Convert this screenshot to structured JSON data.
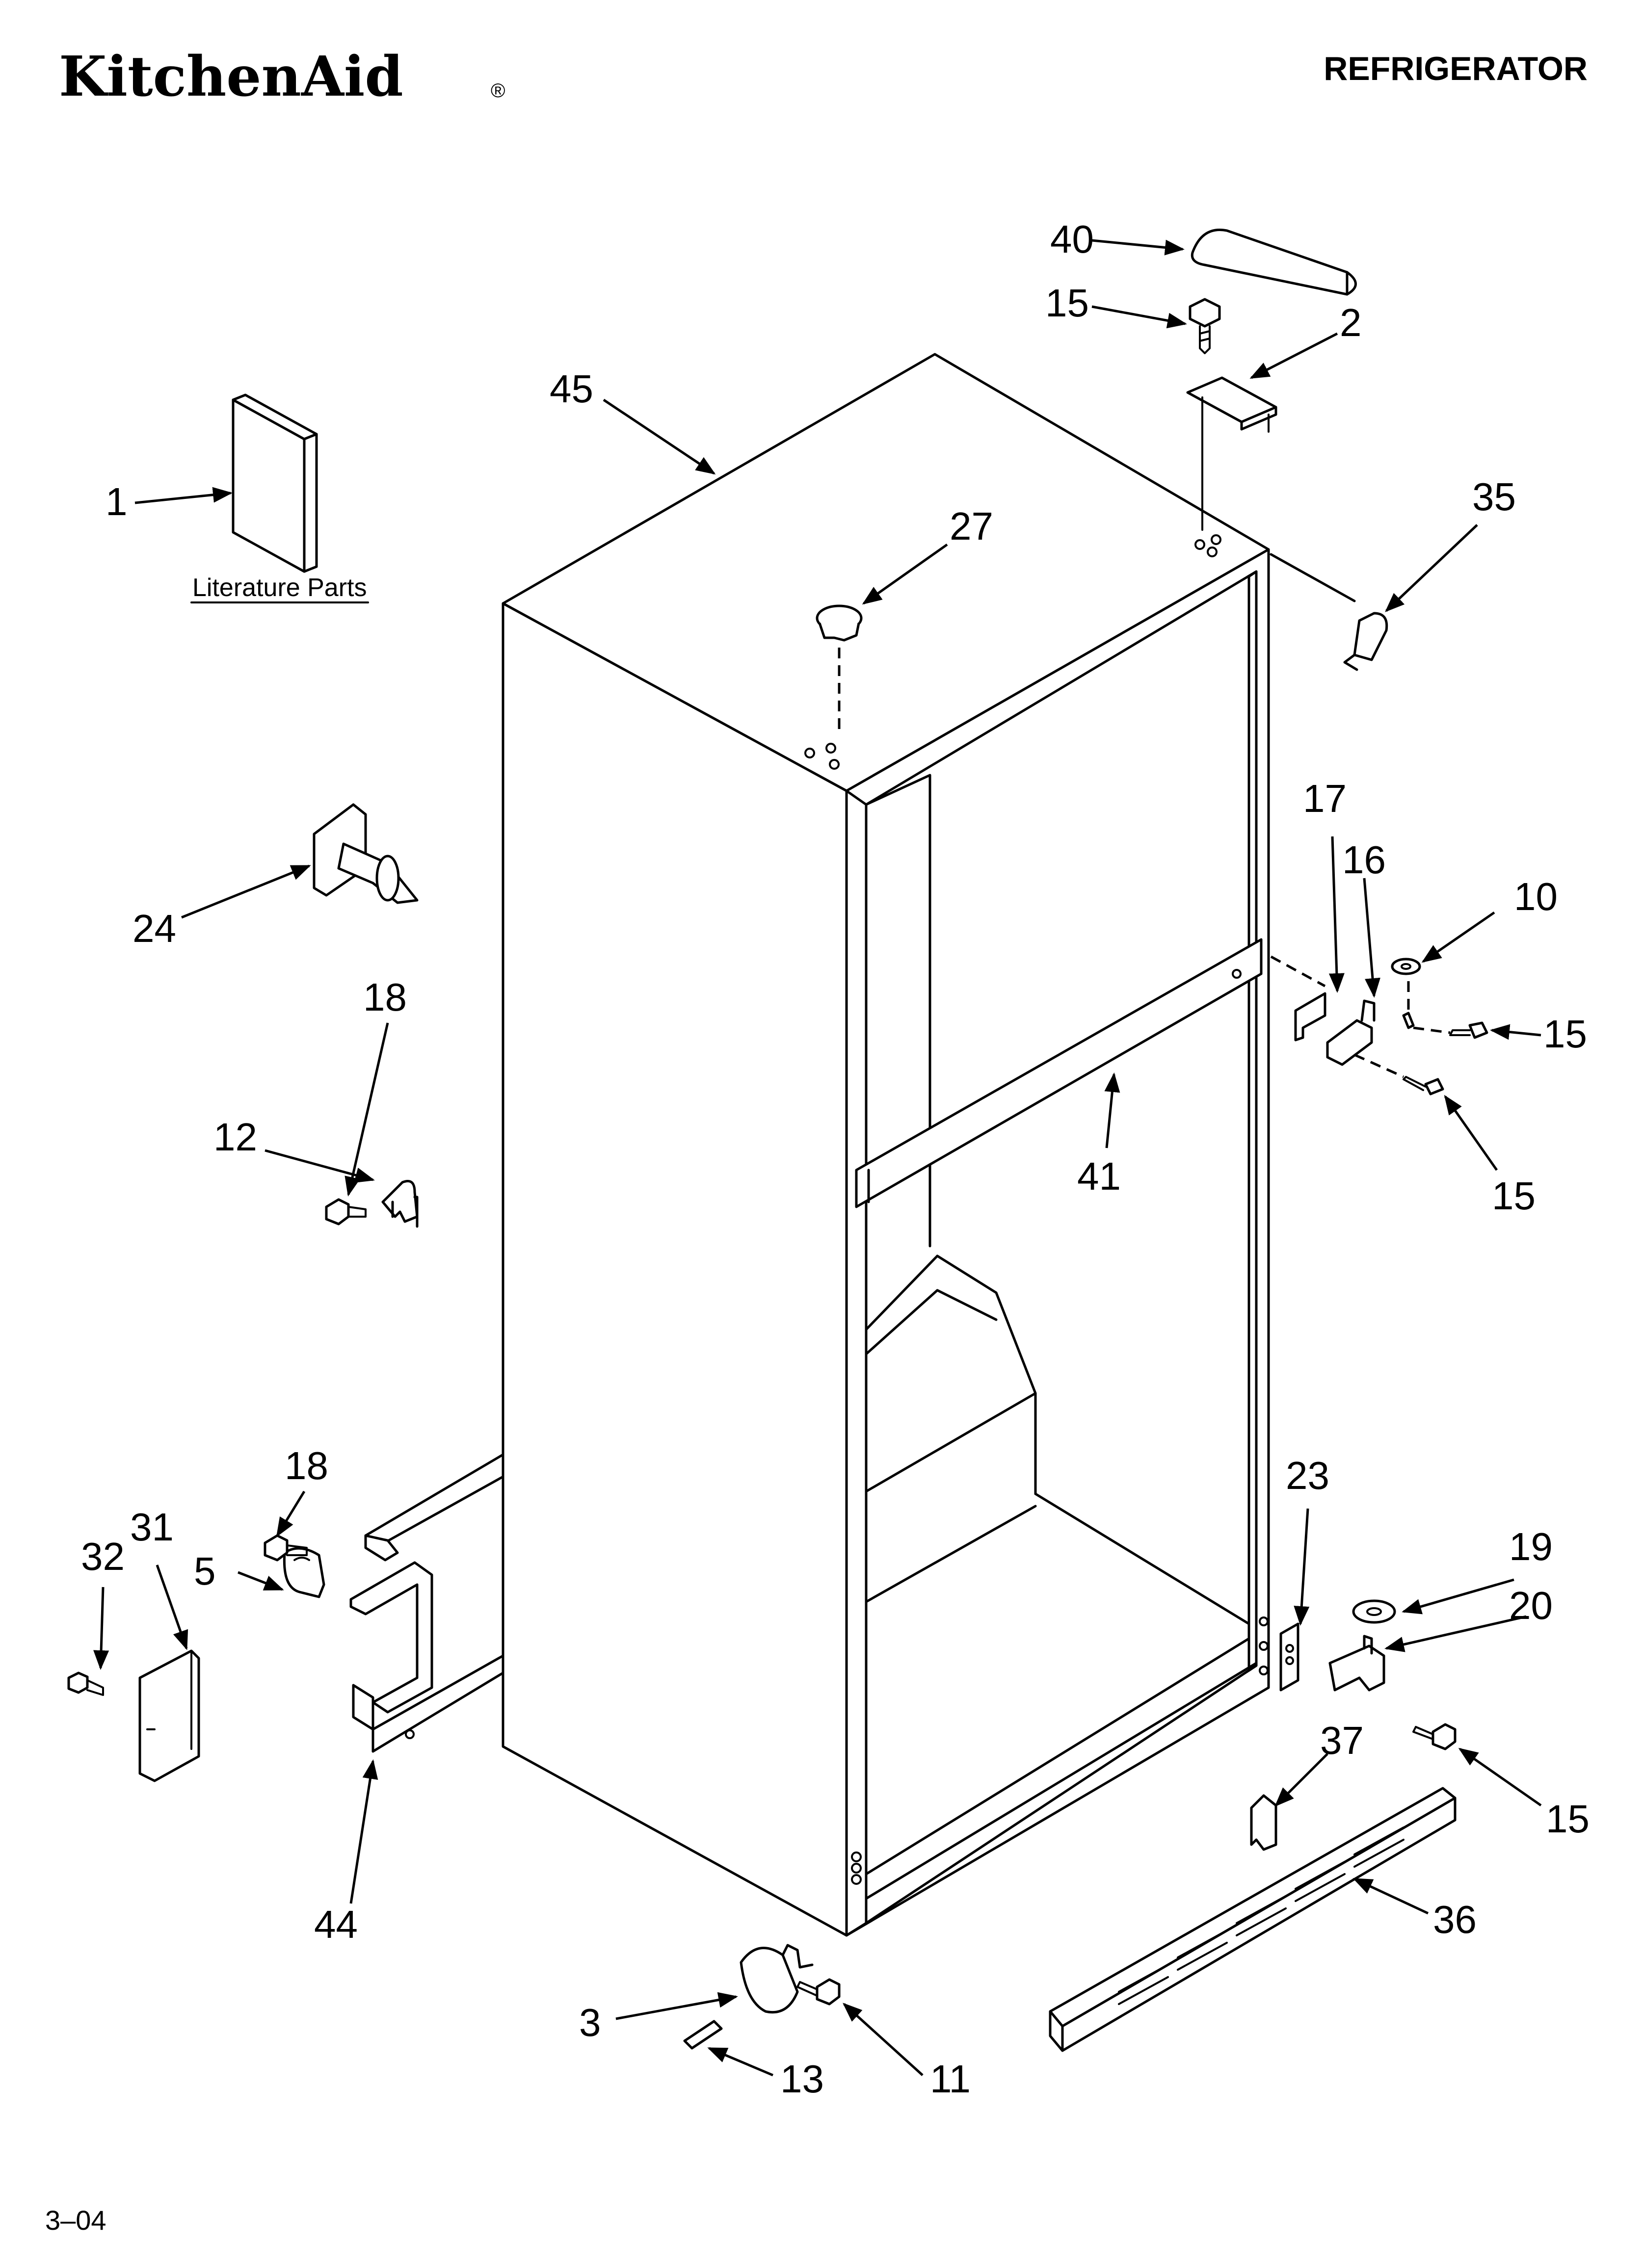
{
  "header": {
    "brand": "KitchenAid",
    "registered": "®",
    "title": "REFRIGERATOR"
  },
  "literature_label": "Literature Parts",
  "footer": {
    "code": "3–04"
  },
  "callouts": {
    "c1": "1",
    "c2": "2",
    "c3": "3",
    "c5": "5",
    "c10": "10",
    "c11": "11",
    "c12": "12",
    "c13": "13",
    "c15a": "15",
    "c15b": "15",
    "c15c": "15",
    "c15d": "15",
    "c16": "16",
    "c17": "17",
    "c18a": "18",
    "c18b": "18",
    "c19": "19",
    "c20": "20",
    "c23": "23",
    "c24": "24",
    "c27": "27",
    "c31": "31",
    "c32": "32",
    "c35": "35",
    "c36": "36",
    "c37": "37",
    "c40": "40",
    "c41": "41",
    "c44": "44",
    "c45": "45"
  }
}
